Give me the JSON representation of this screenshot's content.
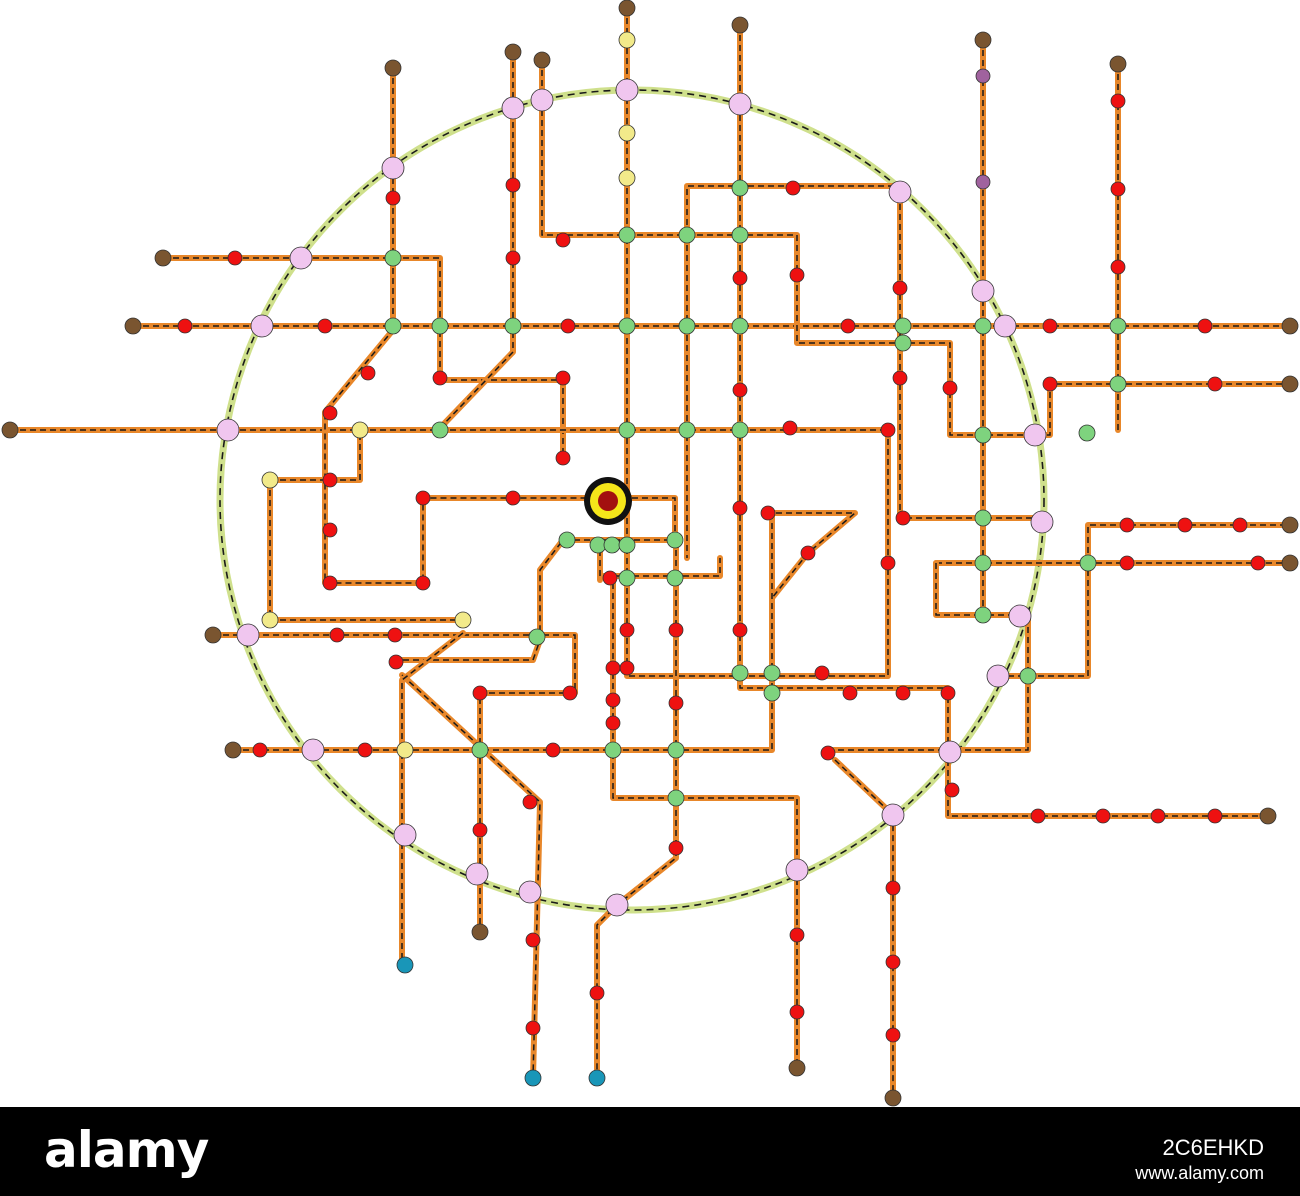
{
  "colors": {
    "line_casing": "#e8872a",
    "line_dash": "#1a1a1a",
    "ring": "#cfe08c",
    "station": "#ee1111",
    "interchange": "#7ed37e",
    "ring_station": "#f0c6ef",
    "terminal": "#7a5530",
    "terminal_blue": "#1996b8",
    "yellow_stop": "#f2ea8a",
    "purple_stop": "#a0629e",
    "center_outer": "#111111",
    "center_mid": "#f5e61a",
    "center_inner": "#a30f0f"
  },
  "icons": {
    "center": "city-center-target-icon"
  },
  "footer": {
    "brand": "alamy",
    "image_code": "2C6EHKD",
    "website": "www.alamy.com"
  }
}
